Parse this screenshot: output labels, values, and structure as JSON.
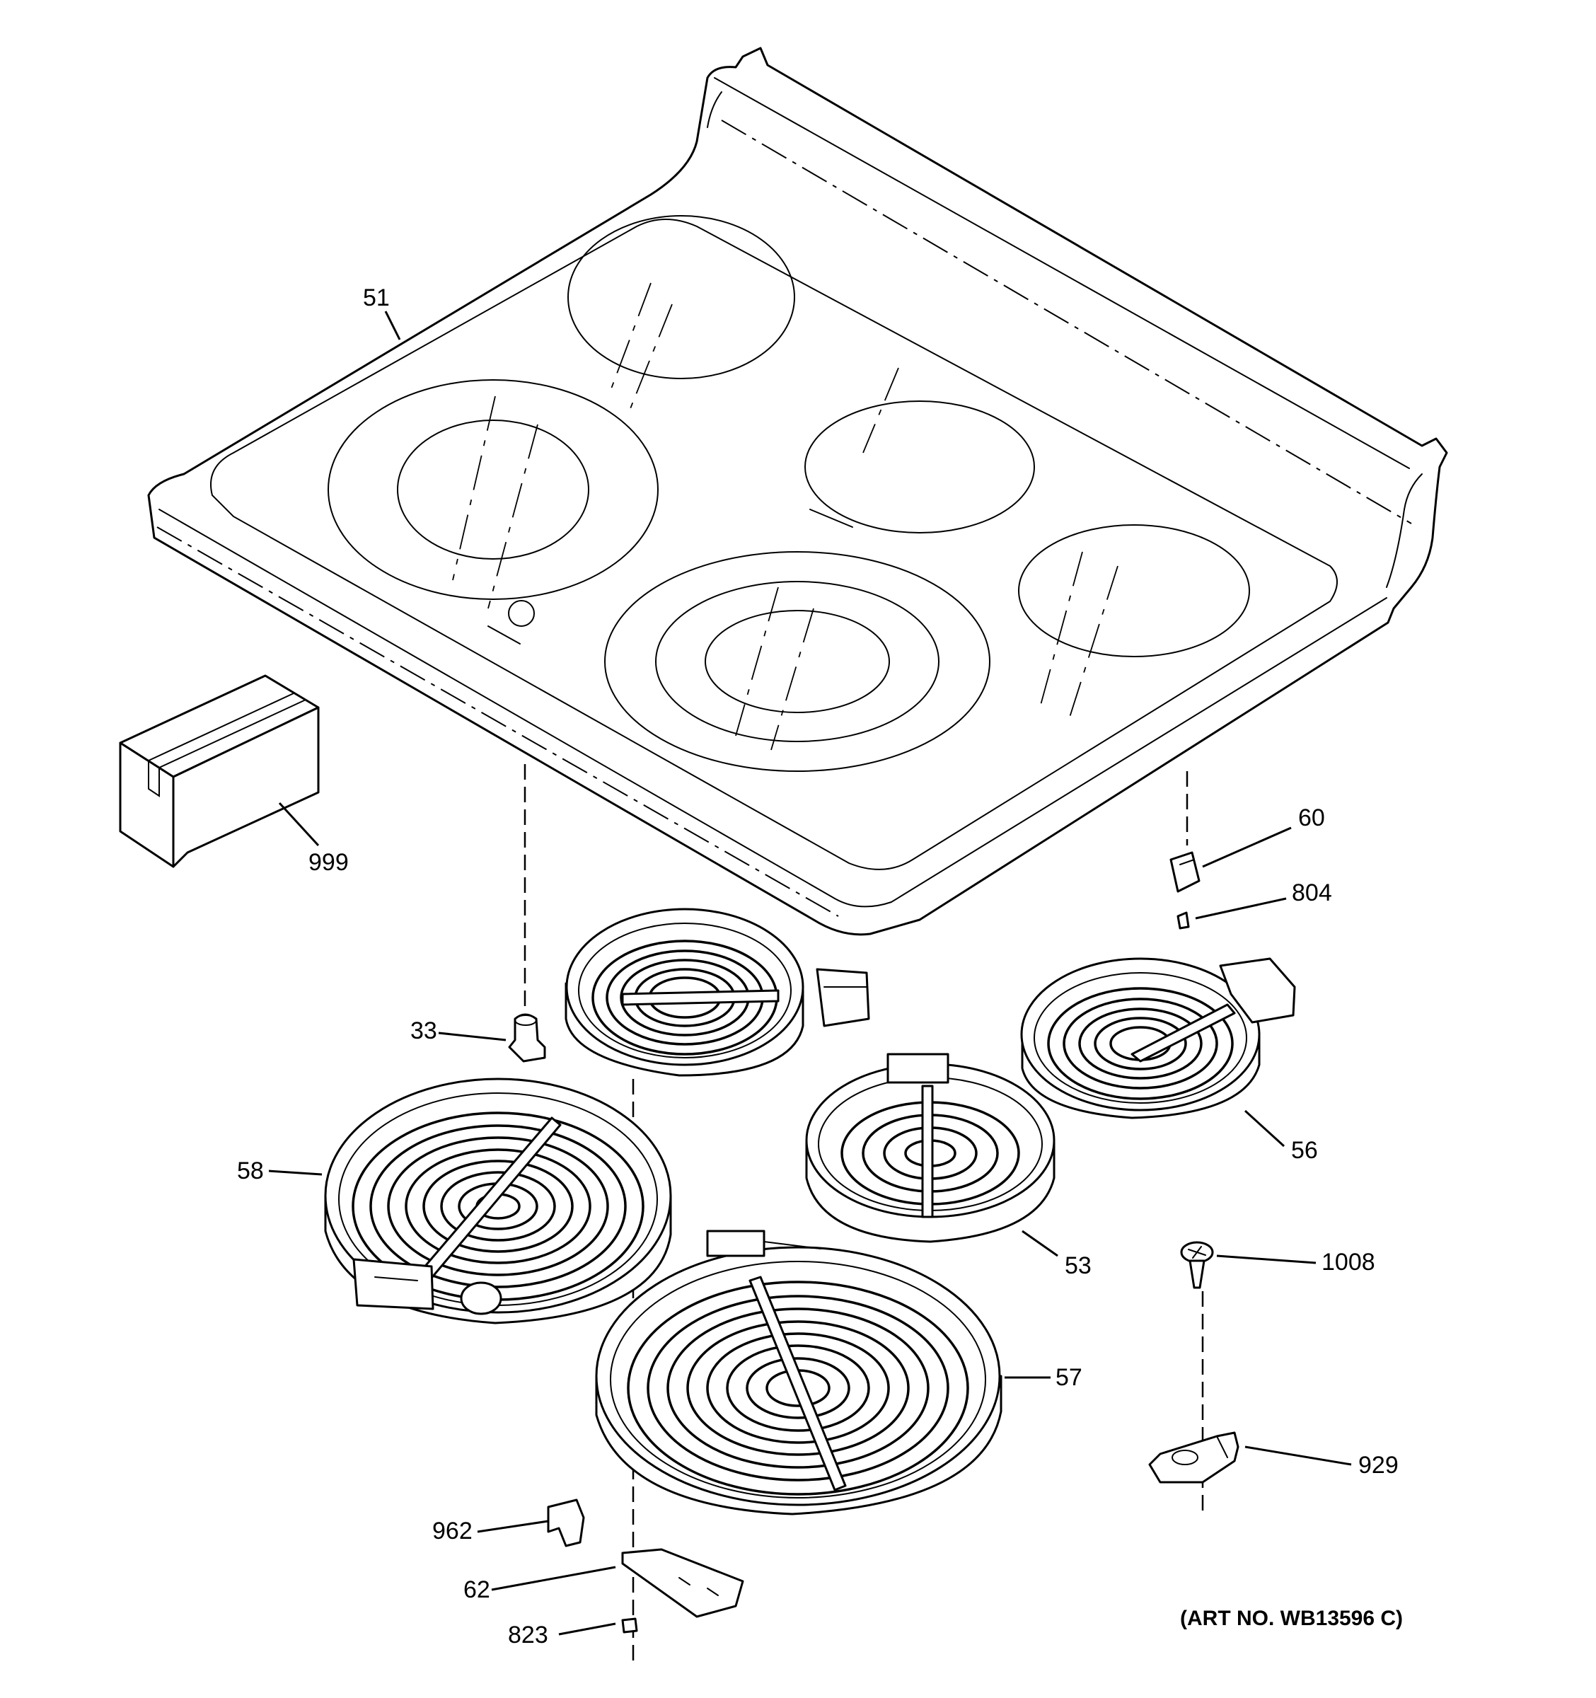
{
  "diagram": {
    "art_number": "(ART NO. WB13596 C)",
    "callouts": {
      "c51": "51",
      "c999": "999",
      "c60": "60",
      "c804": "804",
      "c33": "33",
      "c56": "56",
      "c58": "58",
      "c53": "53",
      "c1008": "1008",
      "c57": "57",
      "c929": "929",
      "c962": "962",
      "c62": "62",
      "c823": "823"
    }
  }
}
